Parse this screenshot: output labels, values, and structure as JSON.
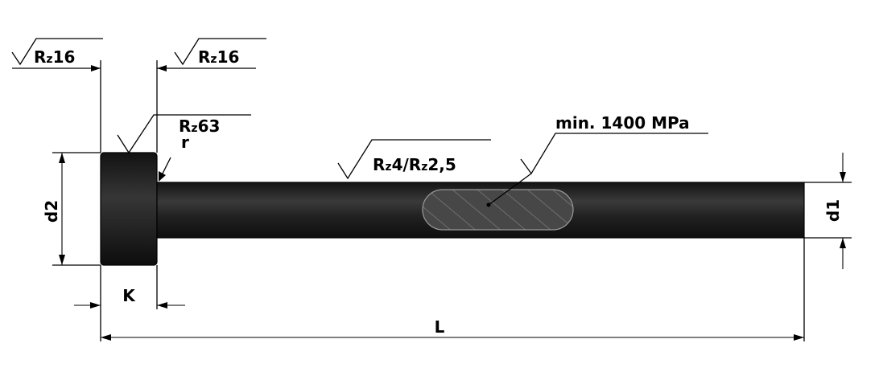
{
  "drawing": {
    "surface_labels": {
      "head_left": {
        "prefix": "R",
        "sub": "z",
        "value": "16"
      },
      "head_right": {
        "prefix": "R",
        "sub": "z",
        "value": "16"
      },
      "head_top": {
        "prefix": "R",
        "sub": "z",
        "value": "63"
      },
      "shaft": {
        "prefix": "R",
        "sub": "z",
        "value": "4/",
        "prefix2": "R",
        "sub2": "z",
        "value2": "2,5"
      }
    },
    "strength_label": "min. 1400 MPa",
    "radius_label": "r",
    "dimensions": {
      "head_diameter": "d2",
      "shaft_diameter": "d1",
      "head_thickness": "K",
      "total_length": "L"
    },
    "colors": {
      "body": "#1f1f1f",
      "highlight": "#3a3a3a",
      "hatch_fill": "#444444",
      "hatch_line": "#7a7a7a"
    }
  }
}
